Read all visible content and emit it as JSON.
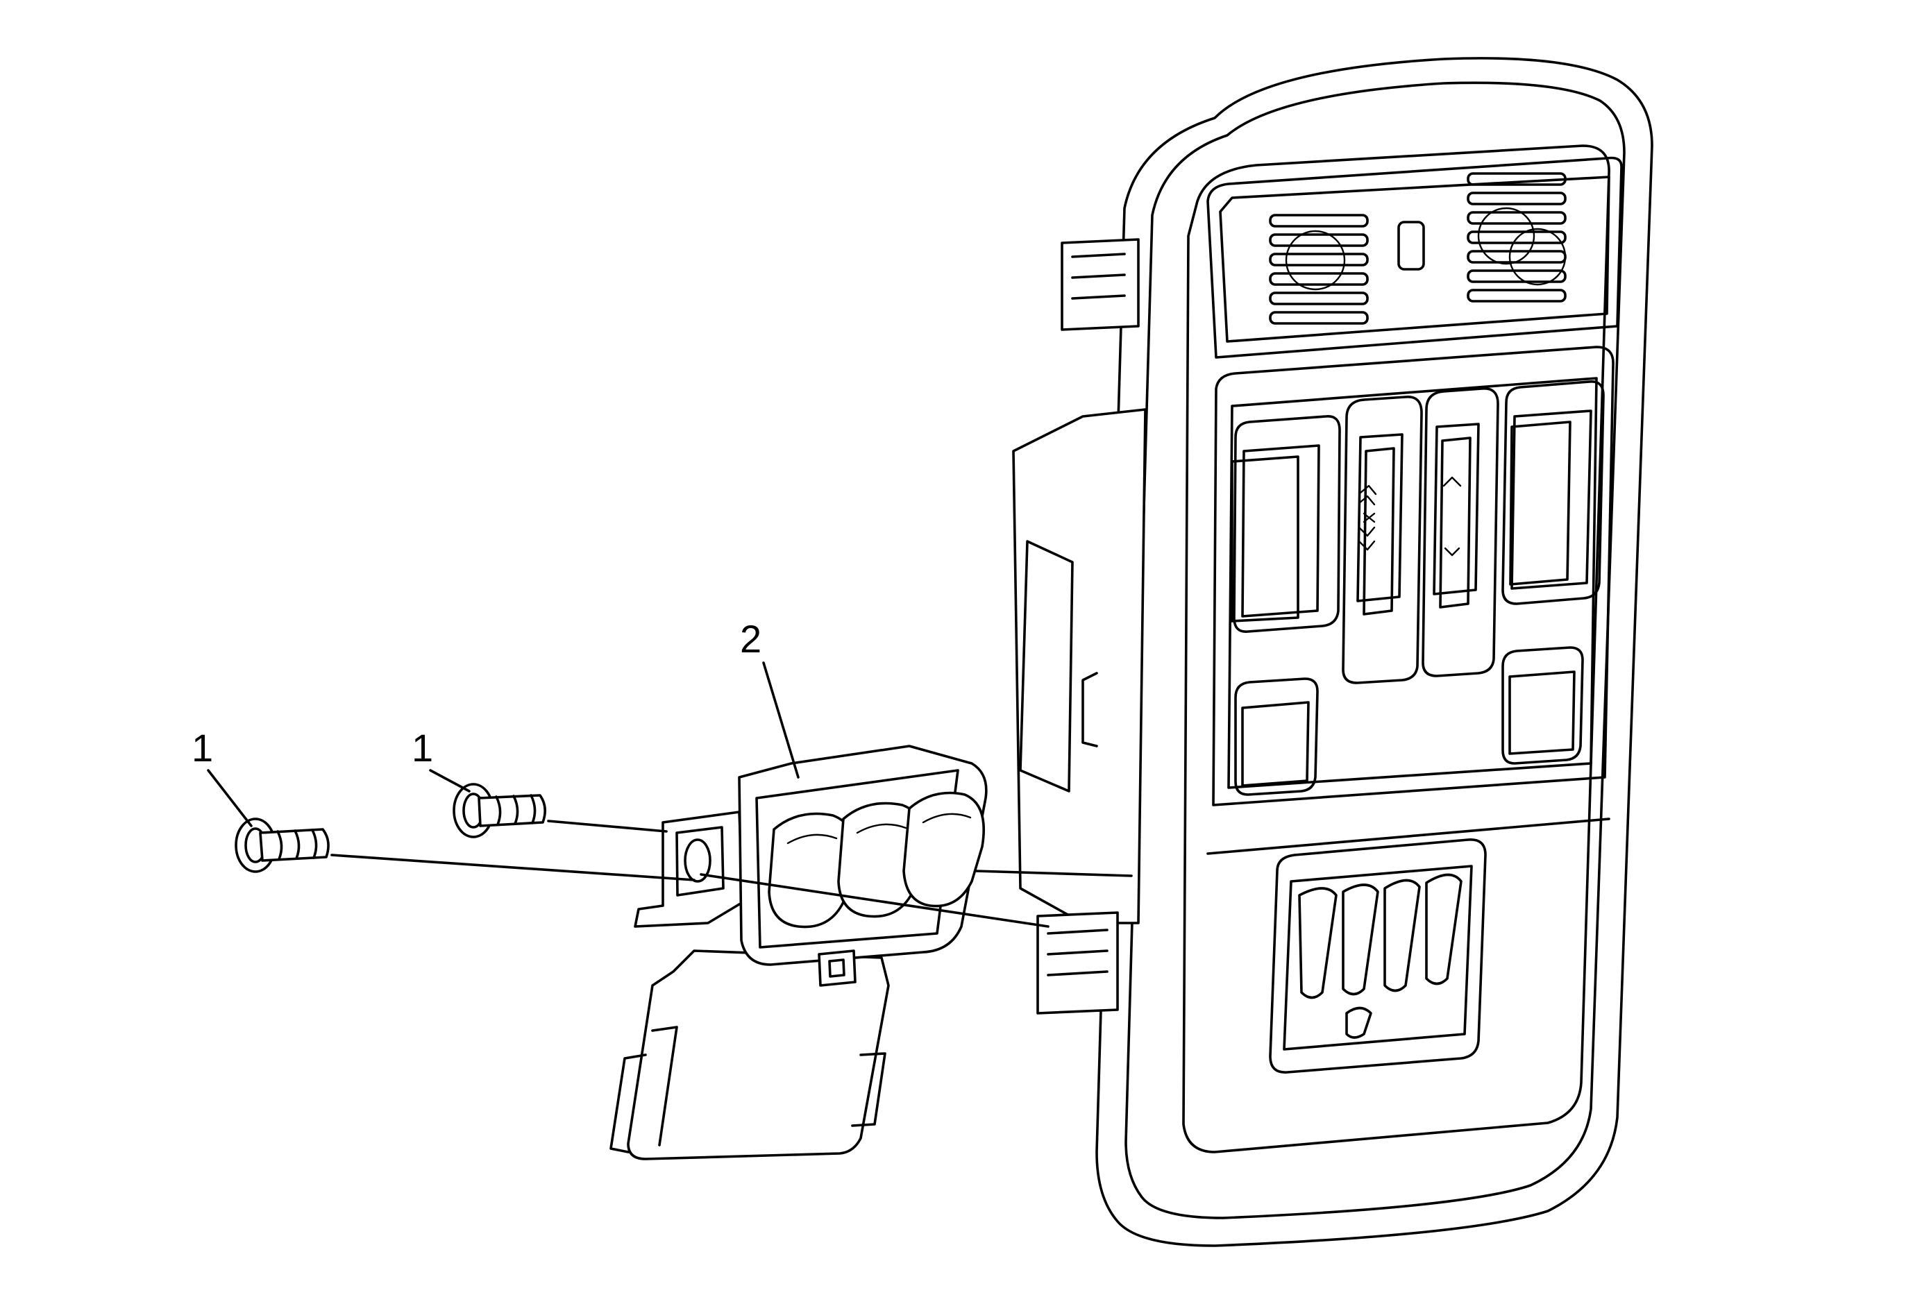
{
  "diagram": {
    "callouts": [
      {
        "id": "screw-left",
        "label": "1"
      },
      {
        "id": "screw-right",
        "label": "1"
      },
      {
        "id": "module",
        "label": "2"
      }
    ]
  }
}
